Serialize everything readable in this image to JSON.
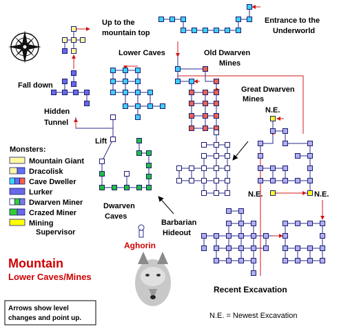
{
  "title": {
    "main": "Mountain",
    "sub": "Lower Caves/Mines",
    "color": "#d00000"
  },
  "labels": {
    "up_to_mountain": [
      "Up to the",
      "mountain top"
    ],
    "entrance": [
      "Entrance to the",
      "Underworld"
    ],
    "lower_caves": "Lower Caves",
    "old_dwarven_mines": [
      "Old Dwarven",
      "Mines"
    ],
    "fall_down": "Fall down",
    "great_dwarven_mines": [
      "Great Dwarven",
      "Mines"
    ],
    "hidden_tunnel": [
      "Hidden",
      "Tunnel"
    ],
    "lift": "Lift",
    "ne_top": "N.E.",
    "ne_left": "N.E.",
    "ne_right": "N.E.",
    "dwarven_caves": [
      "Dwarven",
      "Caves"
    ],
    "barbarian_hideout": [
      "Barbarian",
      "Hideout"
    ],
    "aghorin": "Aghorin",
    "recent_excavation": "Recent  Excavation",
    "ne_note": "N.E. = Newest Excavation",
    "arrows_note": [
      "Arrows show level",
      "changes and point up."
    ]
  },
  "legend": {
    "heading": "Monsters:",
    "items": [
      {
        "label": "Mountain Giant",
        "colors": [
          "#fff8a0"
        ]
      },
      {
        "label": "Dracolisk",
        "colors": [
          "#fff8a0",
          "#6070f0"
        ]
      },
      {
        "label": "Cave Dweller",
        "colors": [
          "#40d8f8",
          "#6070f0",
          "#ff6040"
        ]
      },
      {
        "label": "Lurker",
        "colors": [
          "#6868e8"
        ]
      },
      {
        "label": "Dwarven Miner",
        "colors": [
          "#ffffff",
          "#30d030",
          "#7a7ae0"
        ]
      },
      {
        "label": "Crazed Miner",
        "colors": [
          "#30d030",
          "#6868e8"
        ]
      },
      {
        "label": "Mining",
        "label2": "Supervisor",
        "colors": [
          "#ffff00"
        ]
      }
    ]
  },
  "colors": {
    "blue": "#6868e8",
    "light_blue": "#b0b0f0",
    "cyan": "#40d0f8",
    "red": "#e86450",
    "green": "#20c040",
    "yellow": "#ffff20",
    "pale_yellow": "#fff8a0",
    "white": "#ffffff",
    "arrow_red": "#d01818"
  },
  "icons": {
    "compass": "compass-rose-icon",
    "wolf": "wolf-head-icon",
    "aghorin": "npc-figure-icon"
  }
}
